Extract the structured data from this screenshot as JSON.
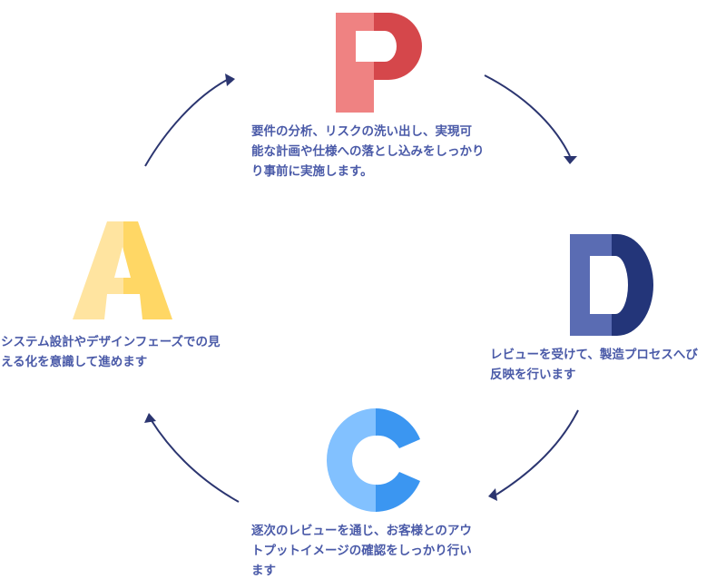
{
  "cycle": {
    "steps": [
      {
        "letter": "P",
        "description": "要件の分析、リスクの洗い出し、実現可\n能な計画や仕様への落とし込みをしっかり\nり事前に実施します。",
        "colors": {
          "light": "#ef8282",
          "dark": "#d5474b"
        }
      },
      {
        "letter": "D",
        "description": "レビューを受けて、製造プロセスへび\n反映を行います",
        "colors": {
          "light": "#5a6cb3",
          "dark": "#233579"
        }
      },
      {
        "letter": "C",
        "description": "逐次のレビューを通じ、お客様とのアウ\nトプットイメージの確認をしっかり行い\nます",
        "colors": {
          "light": "#82c1ff",
          "dark": "#3b96f1"
        }
      },
      {
        "letter": "A",
        "description": "システム設計やデザインフェーズでの見\nえる化を意識して進めます",
        "colors": {
          "light": "#ffe4a0",
          "dark": "#ffd765"
        }
      }
    ],
    "arrow_color": "#2b3570",
    "text_color": "#4a5aa8"
  }
}
